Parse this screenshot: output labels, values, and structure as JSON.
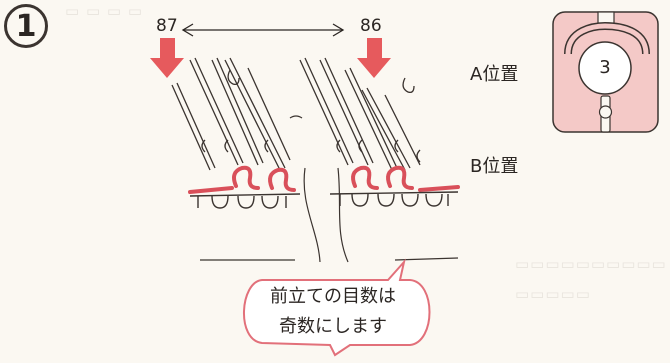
{
  "step": {
    "number": "1"
  },
  "needles": {
    "left_label": "87",
    "right_label": "86"
  },
  "carriage_dial": {
    "value": "3"
  },
  "positions": {
    "a_label": "A位置",
    "b_label": "B位置"
  },
  "callout": {
    "line1": "前立ての目数は",
    "line2": "奇数にします"
  },
  "colors": {
    "arrow": "#e65a5d",
    "yarn": "#d9505a",
    "dial_fill": "#f4c9c7",
    "ink": "#2b2623"
  }
}
